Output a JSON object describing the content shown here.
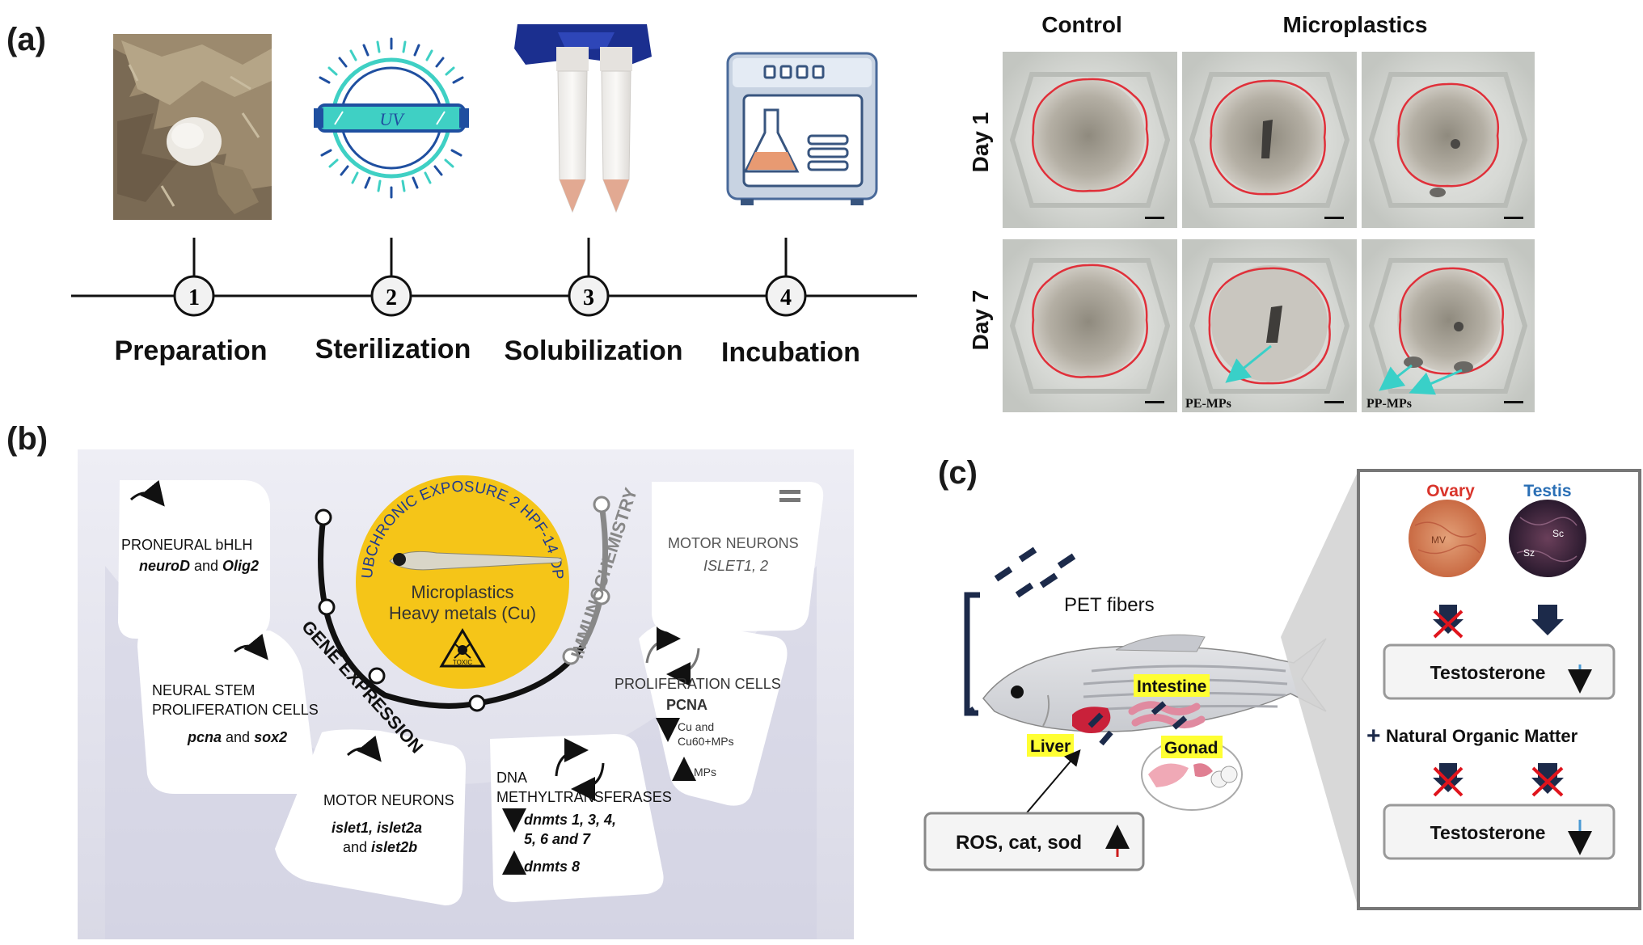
{
  "panel_a": {
    "label": "(a)",
    "steps": [
      {
        "num": "1",
        "label": "Preparation"
      },
      {
        "num": "2",
        "label": "Sterilization"
      },
      {
        "num": "3",
        "label": "Solubilization"
      },
      {
        "num": "4",
        "label": "Incubation"
      }
    ],
    "uv_text": "UV",
    "micro": {
      "col_control": "Control",
      "col_microplastics": "Microplastics",
      "row_day1": "Day 1",
      "row_day7": "Day 7",
      "pe_label": "PE-MPs",
      "pp_label": "PP-MPs"
    }
  },
  "panel_b": {
    "label": "(b)",
    "center_arc": "SUBCHRONIC EXPOSURE 2 HPF-14 DPF",
    "center_line1": "Microplastics",
    "center_line2": "Heavy metals (Cu)",
    "toxic": "TOXIC",
    "gene_expression": "GENE EXPRESSION",
    "immunochemistry": "IMMUNOCHEMISTRY",
    "equals": "=",
    "cards": {
      "proneural": {
        "title": "PRONEURAL bHLH",
        "gene1": "neuroD",
        "and": " and ",
        "gene2": "Olig2"
      },
      "stem": {
        "title1": "NEURAL STEM",
        "title2": "PROLIFERATION CELLS",
        "gene1": "pcna",
        "and": " and ",
        "gene2": "sox2"
      },
      "motor_gene": {
        "title": "MOTOR NEURONS",
        "genes1": "islet1, islet2a",
        "and": "and ",
        "gene3": "islet2b"
      },
      "dnmt": {
        "title1": "DNA",
        "title2": "METHYLTRANSFERASES",
        "down1": "dnmts 1, 3, 4,",
        "down2": "5, 6 and 7",
        "up": "dnmts 8"
      },
      "pcna": {
        "title1": "PROLIFERATION CELLS",
        "title2": "PCNA",
        "down_a": "Cu and",
        "down_b": "Cu60+MPs",
        "up": "MPs"
      },
      "motor_immuno": {
        "title": "MOTOR NEURONS",
        "genes": "ISLET1, 2"
      }
    }
  },
  "panel_c": {
    "label": "(c)",
    "pet": "PET fibers",
    "intestine": "Intestine",
    "liver": "Liver",
    "gonad": "Gonad",
    "ros": "ROS, cat, sod",
    "ovary": "Ovary",
    "testis": "Testis",
    "testosterone": "Testosterone",
    "nom": "Natural Organic Matter",
    "plus": "+",
    "sc": "Sc",
    "sz": "Sz",
    "mv": "MV"
  },
  "colors": {
    "yellow": "#f5c518",
    "ovary_red": "#d9342b",
    "testis_blue": "#2a6fb5",
    "navy": "#1c2a4a",
    "contour_red": "#e0303a"
  }
}
